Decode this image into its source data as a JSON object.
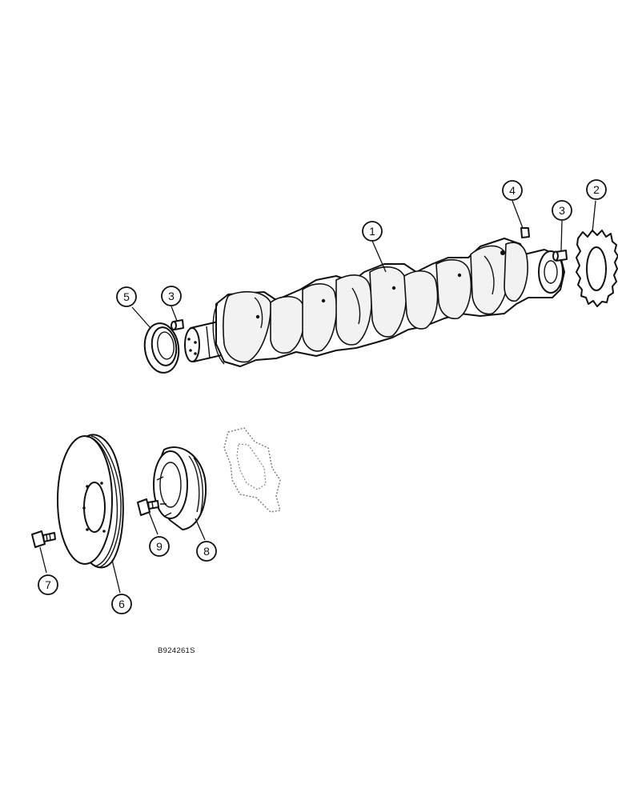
{
  "diagram": {
    "callouts": [
      "1",
      "2",
      "3",
      "3",
      "4",
      "5",
      "6",
      "7",
      "8",
      "9"
    ],
    "figure_id": "B924261S"
  }
}
